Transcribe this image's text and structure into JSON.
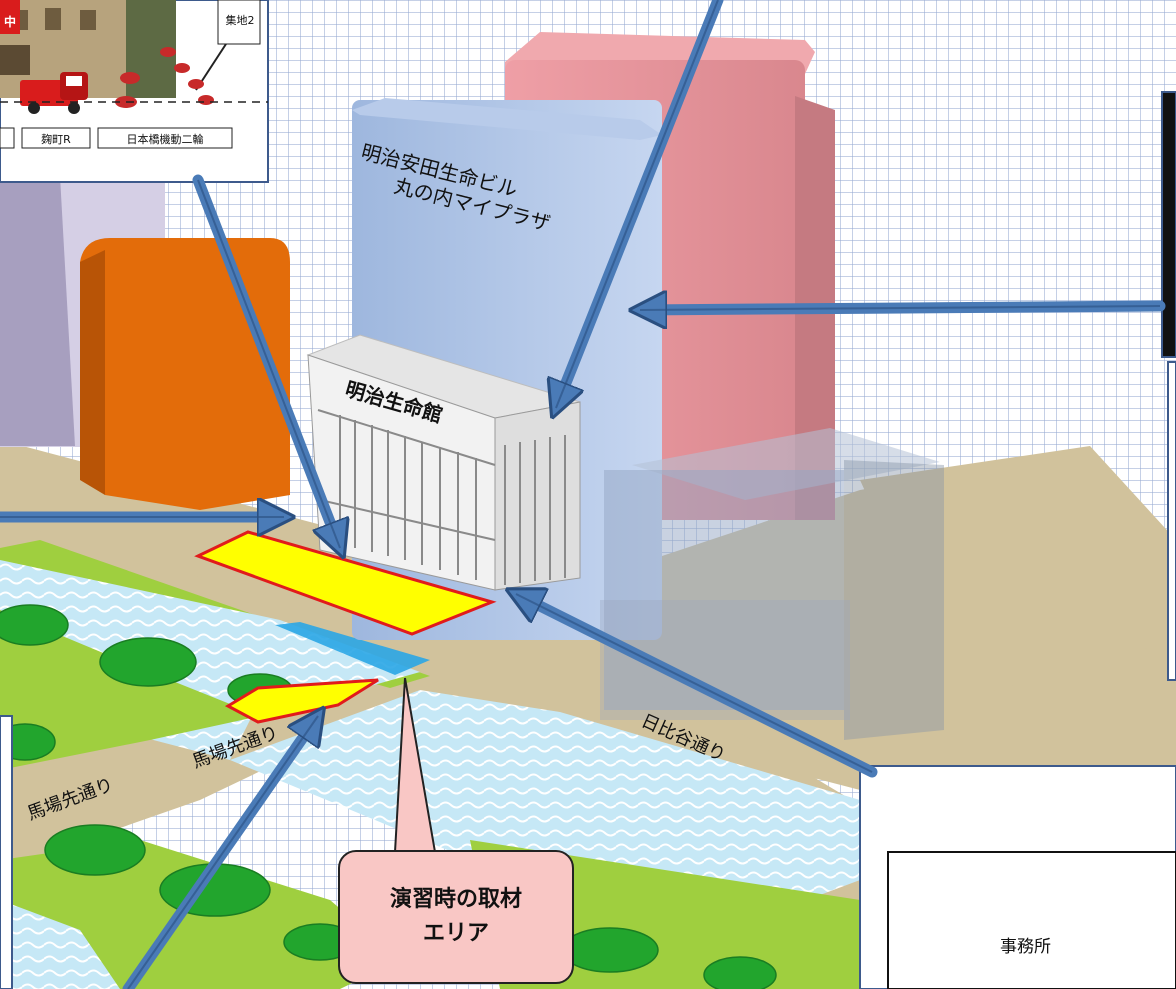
{
  "labels": {
    "building_meiji_yasuda_line1": "明治安田生命ビル",
    "building_meiji_yasuda_line2": "丸の内マイプラザ",
    "building_meiji_seimeikan": "明治生命館",
    "road_baba_1": "馬場先通り",
    "road_baba_2": "馬場先通り",
    "road_hibiya": "日比谷通り"
  },
  "press_area": {
    "line1": "演習時の取材",
    "line2": "エリア"
  },
  "office_box": {
    "label": "事務所"
  },
  "inset_photo": {
    "tags": [
      "麹町R",
      "日本橋機動二輪"
    ],
    "badge": "中",
    "sign": "集地2"
  },
  "colors": {
    "grid": "#9aaad2",
    "road": "#d1c29c",
    "grass": "#9fcf3f",
    "water": "#bfe5f4",
    "highlight_yellow": "#ffff00",
    "highlight_red": "#e11b1b",
    "arrow_blue": "#4a7bb7",
    "bubble_pink": "#f9c7c5",
    "building_blue": "#a8c0e4",
    "building_pink": "#e3a3a7",
    "building_orange": "#e36c0a",
    "building_lavender": "#d3cde3",
    "building_glass": "#8ea1c0"
  },
  "icons": [
    "arrow-icon",
    "tree-icon",
    "fire-truck-icon",
    "motorcycle-icon"
  ]
}
